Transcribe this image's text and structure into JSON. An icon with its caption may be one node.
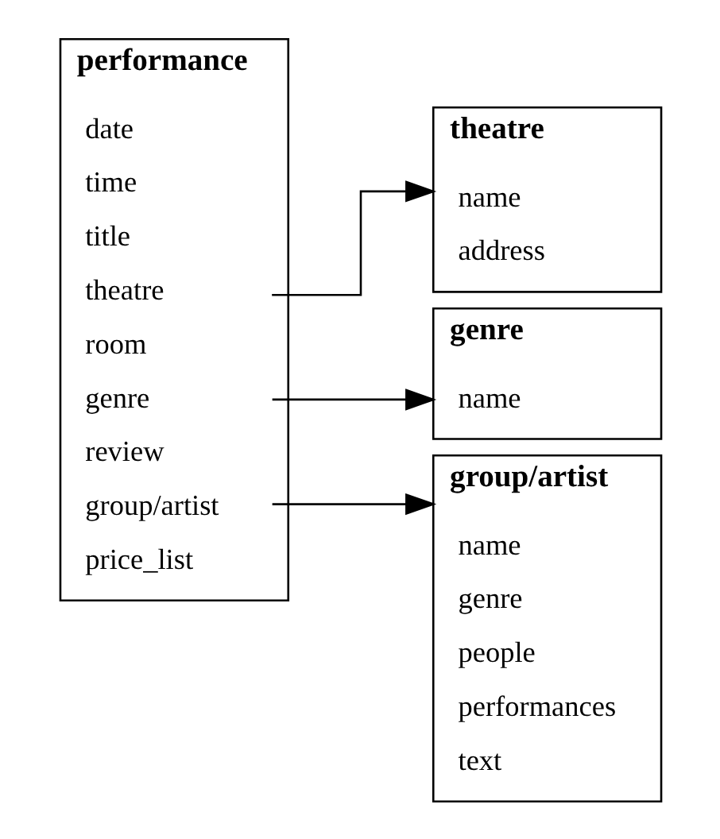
{
  "diagram": {
    "nodes": [
      {
        "text": [
          "performance"
        ]
      },
      {
        "text": [
          "date"
        ],
        "in": 0
      },
      {
        "text": [
          "time"
        ],
        "in": 0
      },
      {
        "text": [
          "title"
        ],
        "in": 0
      },
      {
        "text": [
          "theatre"
        ],
        "in": 0
      },
      {
        "text": [
          "room"
        ],
        "in": 0
      },
      {
        "text": [
          "genre"
        ],
        "in": 0
      },
      {
        "text": [
          "review"
        ],
        "in": 0
      },
      {
        "text": [
          "group/artist"
        ],
        "in": 0
      },
      {
        "text": [
          "price_list"
        ],
        "in": 0
      },
      {
        "text": [
          "theatre"
        ]
      },
      {
        "text": [
          "name"
        ],
        "in": 10
      },
      {
        "text": [
          "address"
        ],
        "in": 10
      },
      {
        "text": [
          "genre"
        ]
      },
      {
        "text": [
          "name"
        ],
        "in": 13
      },
      {
        "text": [
          "group/artist"
        ]
      },
      {
        "text": [
          "name"
        ],
        "in": 15
      },
      {
        "text": [
          "genre"
        ],
        "in": 15
      },
      {
        "text": [
          "people"
        ],
        "in": 15
      },
      {
        "text": [
          "performances"
        ],
        "in": 15
      },
      {
        "text": [
          "text"
        ],
        "in": 15
      }
    ],
    "edges": [
      {
        "from": 4,
        "to": 10,
        "arrow": "to"
      },
      {
        "from": 6,
        "to": 13,
        "arrow": "to"
      },
      {
        "from": 8,
        "to": 15,
        "arrow": "to"
      }
    ]
  }
}
